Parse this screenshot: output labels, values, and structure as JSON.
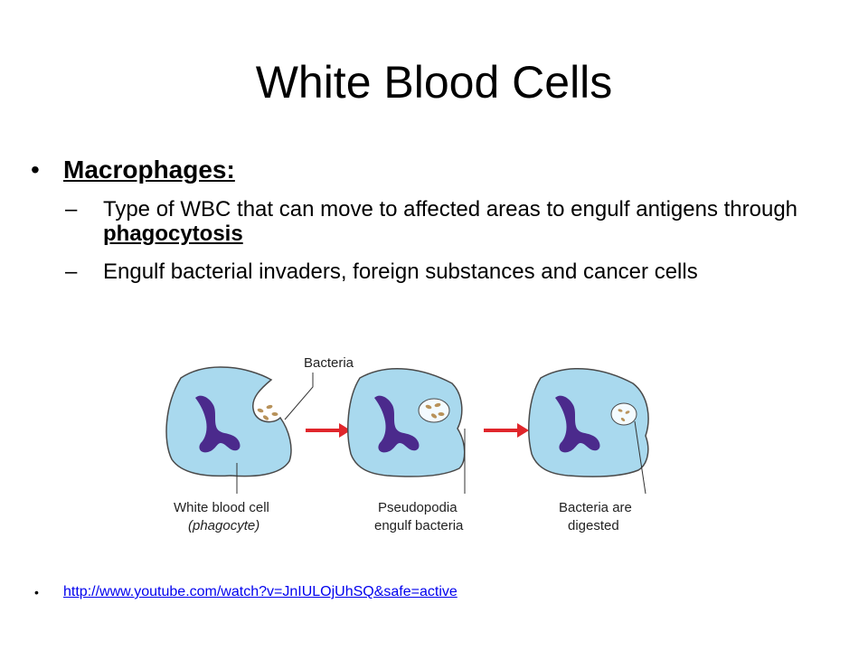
{
  "slide": {
    "title": "White Blood Cells",
    "bullet_glyph": "•",
    "dash_glyph": "–",
    "heading": "Macrophages:",
    "points": [
      {
        "before": "Type of WBC that can move to affected areas to engulf antigens through ",
        "keyword": "phagocytosis",
        "after": ""
      },
      {
        "before": "Engulf bacterial invaders, foreign substances and cancer cells",
        "keyword": "",
        "after": ""
      }
    ],
    "link": "http://www.youtube.com/watch?v=JnIULOjUhSQ&safe=active"
  },
  "diagram": {
    "labels": {
      "bacteria": "Bacteria",
      "wbc_line1": "White blood cell",
      "wbc_line2": "(phagocyte)",
      "pseudo_line1": "Pseudopodia",
      "pseudo_line2": "engulf bacteria",
      "digested_line1": "Bacteria are",
      "digested_line2": "digested"
    },
    "colors": {
      "cell_fill": "#a9d9ee",
      "cell_stroke": "#4a4a4a",
      "nucleus": "#4b2a8c",
      "arrow": "#e0262b",
      "bacteria": "#b8925a"
    }
  }
}
